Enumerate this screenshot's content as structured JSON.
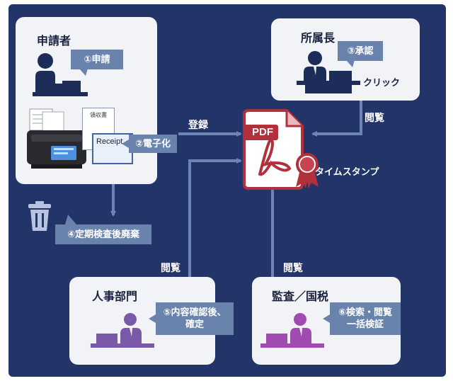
{
  "applicant": {
    "title": "申請者",
    "step": "①申請",
    "digitize": "②電子化",
    "receipt_title": "領収書",
    "receipt_label": "Receipt"
  },
  "manager": {
    "title": "所属長",
    "step": "③承認",
    "click": "クリック"
  },
  "disposal": {
    "step": "④定期検査後廃棄"
  },
  "hr": {
    "title": "人事部門",
    "step": "⑤内容確認後、\n確定"
  },
  "audit": {
    "title": "監査／国税",
    "step": "⑥検索・閲覧\n一括検証"
  },
  "center": {
    "pdf_label": "PDF",
    "timestamp": "タイムスタンプ"
  },
  "flows": {
    "register": "登録",
    "view_manager": "閲覧",
    "view_hr": "閲覧",
    "view_audit": "閲覧"
  },
  "colors": {
    "background": "#223468",
    "card": "#f2f3f6",
    "bubble": "#6a83ad",
    "pdf": "#b1303c",
    "hr_person": "#7a5aa8",
    "audit_person": "#a04bb0",
    "person": "#1e2c5a"
  }
}
